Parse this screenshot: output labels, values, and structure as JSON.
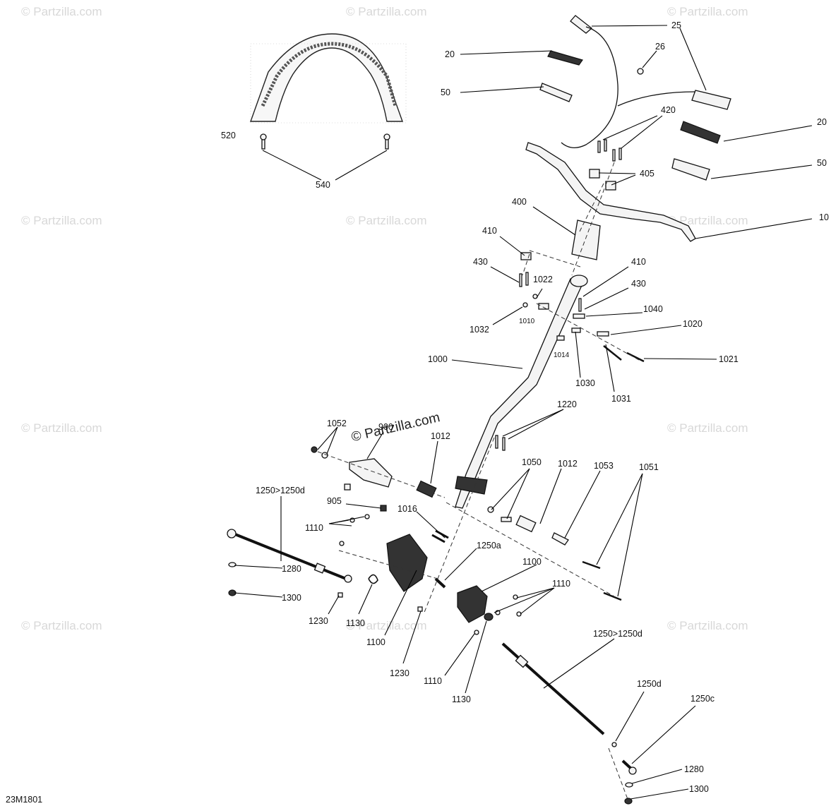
{
  "diagram": {
    "watermark": "© Partzilla.com",
    "drawing_code": "23M1801",
    "callouts": {
      "c520": "520",
      "c540": "540",
      "c25": "25",
      "c26": "26",
      "c20a": "20",
      "c50a": "50",
      "c420": "420",
      "c20b": "20",
      "c405": "405",
      "c50b": "50",
      "c400": "400",
      "c10": "10",
      "c410a": "410",
      "c430a": "430",
      "c1022": "1022",
      "c410b": "410",
      "c430b": "430",
      "c1040": "1040",
      "c1020": "1020",
      "c1010": "1010",
      "c1032": "1032",
      "c1014": "1014",
      "c1021": "1021",
      "c1000": "1000",
      "c1030": "1030",
      "c1031": "1031",
      "c1220": "1220",
      "c1052": "1052",
      "c900": "900",
      "c1012a": "1012",
      "c1050": "1050",
      "c1012b": "1012",
      "c1053": "1053",
      "c1051": "1051",
      "c1250a_top": "1250>1250d",
      "c905": "905",
      "c1016": "1016",
      "c1110a": "1110",
      "c1250a": "1250a",
      "c1100a": "1100",
      "c1280a": "1280",
      "c1110b": "1110",
      "c1300a": "1300",
      "c1230a": "1230",
      "c1130a": "1130",
      "c1100b": "1100",
      "c1250b_top": "1250>1250d",
      "c1230b": "1230",
      "c1110c": "1110",
      "c1130b": "1130",
      "c1250d": "1250d",
      "c1250c": "1250c",
      "c1280b": "1280",
      "c1300b": "1300"
    }
  }
}
